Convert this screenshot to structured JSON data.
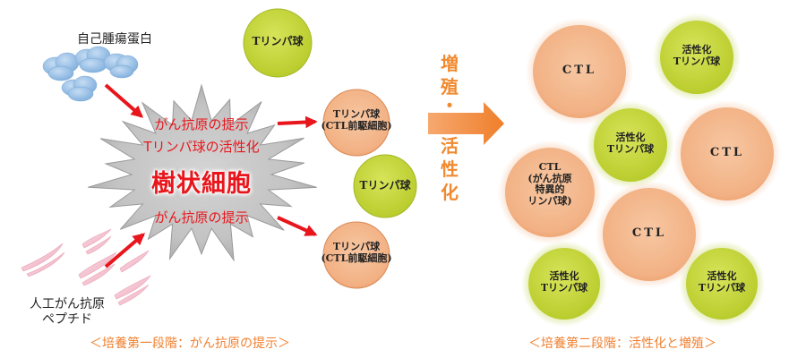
{
  "labels": {
    "tumor_protein": "自己腫瘍蛋白",
    "artificial_peptide_line1": "人工がん抗原",
    "artificial_peptide_line2": "ペプチド"
  },
  "dendritic": {
    "top_text_1": "がん抗原の提示",
    "top_text_2": "Tリンパ球の活性化",
    "title": "樹状細胞",
    "bottom_text": "がん抗原の提示"
  },
  "left_cells": {
    "t_top": "Tリンパ球",
    "precursor_1_line1": "Tリンパ球",
    "precursor_1_line2": "(CTL前駆細胞)",
    "t_middle": "Tリンパ球",
    "precursor_2_line1": "Tリンパ球",
    "precursor_2_line2": "(CTL前駆細胞)"
  },
  "proliferation": {
    "c1": "増",
    "c2": "殖",
    "c3": "・",
    "c4": "活",
    "c5": "性",
    "c6": "化"
  },
  "right_cells": {
    "ctl_top": "CTL",
    "active_top_line1": "活性化",
    "active_top_line2": "Tリンパ球",
    "active_mid_line1": "活性化",
    "active_mid_line2": "Tリンパ球",
    "ctl_right": "CTL",
    "ctl_specific_line1": "CTL",
    "ctl_specific_line2": "(がん抗原",
    "ctl_specific_line3": "特異的",
    "ctl_specific_line4": "リンパ球)",
    "ctl_center": "CTL",
    "active_bottom_left_line1": "活性化",
    "active_bottom_left_line2": "Tリンパ球",
    "active_bottom_right_line1": "活性化",
    "active_bottom_right_line2": "Tリンパ球"
  },
  "stages": {
    "stage1": "＜培養第一段階：がん抗原の提示＞",
    "stage2": "＜培養第二段階：活性化と増殖＞"
  },
  "colors": {
    "red": "#e8161c",
    "orange_text": "#f08030",
    "cloud": "#8ab8e0",
    "peptide": "#f3b9c8",
    "green_cell": "#c8d93a",
    "orange_cell": "#f3b48a"
  },
  "icons": {
    "protein": "cloud-shape",
    "peptide": "feather-shape",
    "dendritic_cell": "spiky-star-shape",
    "arrow": "red-arrow"
  }
}
